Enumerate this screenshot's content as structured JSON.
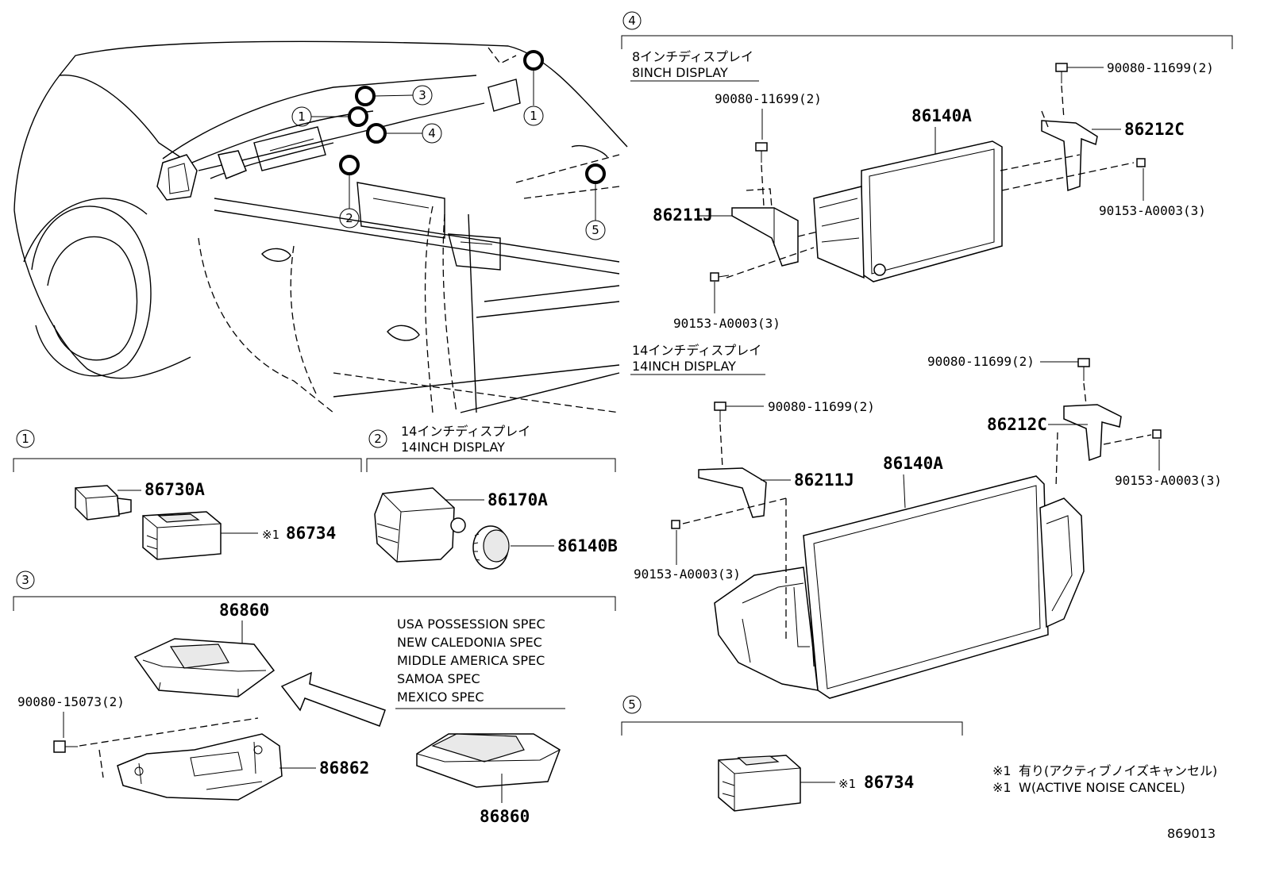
{
  "locator": {
    "markers": [
      "1",
      "2",
      "3",
      "4",
      "1",
      "5"
    ]
  },
  "sections": {
    "s1": {
      "num": "1",
      "parts": {
        "a": "86730A",
        "b": "86734",
        "b_note": "※1"
      }
    },
    "s2": {
      "num": "2",
      "title_jp": "14インチディスプレイ",
      "title_en": "14INCH DISPLAY",
      "parts": {
        "a": "86170A",
        "b": "86140B"
      }
    },
    "s3": {
      "num": "3",
      "parts": {
        "module_top": "86860",
        "bolt": "90080-15073(2)",
        "bracket": "86862",
        "module_alt": "86860"
      },
      "specs": [
        "USA POSSESSION SPEC",
        "NEW CALEDONIA SPEC",
        "MIDDLE AMERICA SPEC",
        "SAMOA SPEC",
        "MEXICO SPEC"
      ]
    },
    "s4": {
      "num": "4",
      "display8": {
        "title_jp": "8インチディスプレイ",
        "title_en": "8INCH DISPLAY",
        "parts": {
          "bolt_left": "90080-11699(2)",
          "unit": "86140A",
          "bolt_right": "90080-11699(2)",
          "bracket_right": "86212C",
          "bracket_left": "86211J",
          "screw_right": "90153-A0003(3)",
          "screw_left": "90153-A0003(3)"
        }
      },
      "display14": {
        "title_jp": "14インチディスプレイ",
        "title_en": "14INCH DISPLAY",
        "parts": {
          "bolt_right": "90080-11699(2)",
          "bolt_left": "90080-11699(2)",
          "bracket_right": "86212C",
          "bracket_left": "86211J",
          "unit": "86140A",
          "screw_right": "90153-A0003(3)",
          "screw_left": "90153-A0003(3)"
        }
      }
    },
    "s5": {
      "num": "5",
      "parts": {
        "a": "86734",
        "a_note": "※1"
      }
    }
  },
  "notes": [
    {
      "mark": "※1",
      "text": "有り(アクティブノイズキャンセル)"
    },
    {
      "mark": "※1",
      "text": "W(ACTIVE NOISE CANCEL)"
    }
  ],
  "figure_id": "869013"
}
